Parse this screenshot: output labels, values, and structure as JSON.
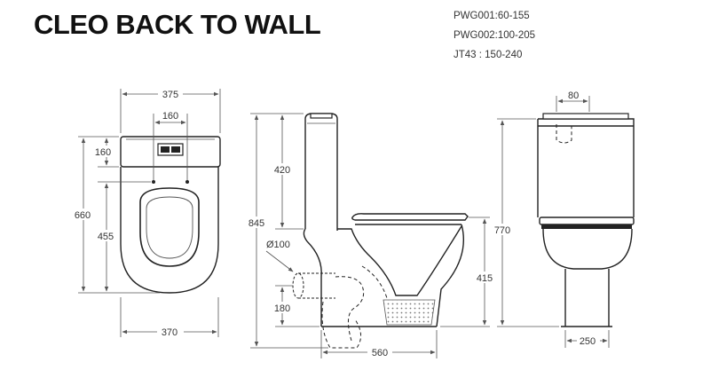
{
  "title": "CLEO BACK TO WALL",
  "specs": [
    "PWG001:60-155",
    "PWG002:100-205",
    "JT43  : 150-240"
  ],
  "dimensions": {
    "top_overall_width": "375",
    "top_inlet_spacing": "160",
    "top_cistern_depth": "160",
    "top_overall_length": "660",
    "top_inlet_to_front": "455",
    "top_base_width": "370",
    "side_cistern_height": "420",
    "side_overall_height": "845",
    "side_pipe_diameter": "Ø100",
    "side_outlet_height": "180",
    "side_seat_height": "415",
    "side_base_depth": "560",
    "front_inlet_width": "80",
    "front_overall_height": "770",
    "front_pedestal_width": "250"
  }
}
